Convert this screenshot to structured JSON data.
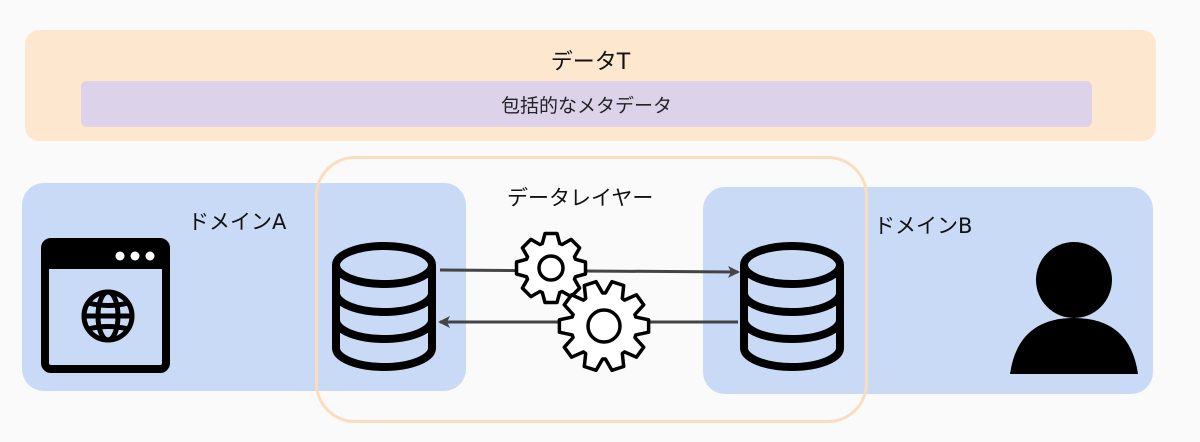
{
  "top_band": {
    "title": "データT",
    "meta_bar": "包括的なメタデータ"
  },
  "data_layer": {
    "title": "データレイヤー"
  },
  "domain_a": {
    "label": "ドメインA",
    "icons": [
      "browser-window-icon",
      "globe-icon",
      "database-icon"
    ]
  },
  "domain_b": {
    "label": "ドメインB",
    "icons": [
      "database-icon",
      "user-icon"
    ]
  },
  "flows": [
    {
      "from": "domain_a.database",
      "to": "domain_b.database",
      "direction": "right"
    },
    {
      "from": "domain_b.database",
      "to": "domain_a.database",
      "direction": "left"
    }
  ],
  "colors": {
    "top_band": "#fde7cf",
    "meta_bar": "#dcd3ea",
    "domain_box": "#c9daf6",
    "data_layer_border": "#fbdcbc",
    "icon": "#000000",
    "arrow": "#444444"
  }
}
